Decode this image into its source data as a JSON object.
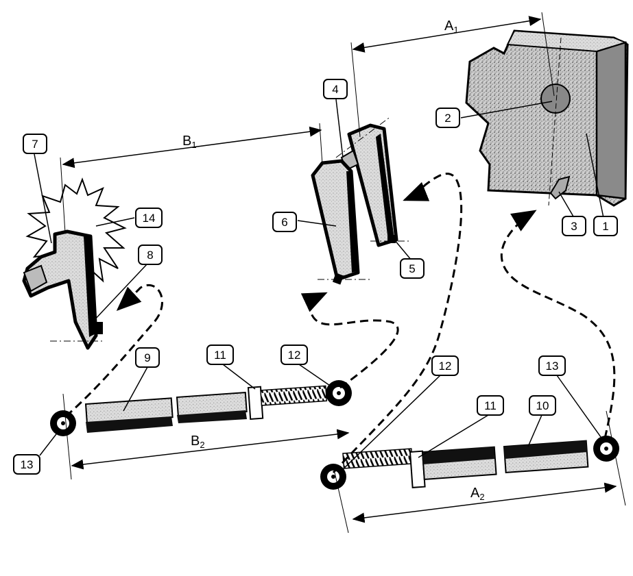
{
  "callouts": {
    "c1": "1",
    "c2": "2",
    "c3": "3",
    "c4": "4",
    "c5": "5",
    "c6": "6",
    "c7": "7",
    "c8": "8",
    "c9": "9",
    "c10": "10",
    "c11a": "11",
    "c11b": "11",
    "c12a": "12",
    "c12b": "12",
    "c13a": "13",
    "c13b": "13",
    "c14": "14"
  },
  "dimensions": {
    "a1": {
      "letter": "A",
      "sub": "1"
    },
    "a2": {
      "letter": "A",
      "sub": "2"
    },
    "b1": {
      "letter": "B",
      "sub": "1"
    },
    "b2": {
      "letter": "B",
      "sub": "2"
    }
  },
  "colors": {
    "ink": "#000000",
    "speckle": "#b8b8b8",
    "rod_dark": "#1a1a1a",
    "rod_light": "#d4d4d4"
  }
}
